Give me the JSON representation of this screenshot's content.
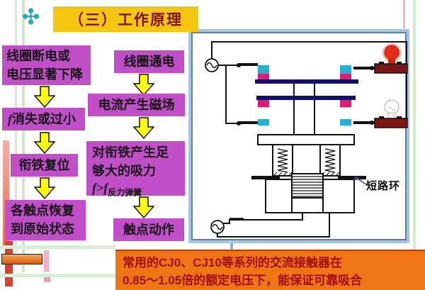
{
  "icon_char": "✣",
  "title": "（三）工作原理",
  "flow_left": {
    "box1_line1": "线圈断电或",
    "box1_line2": "电压显著下降",
    "box2_f": "f",
    "box2_text": "消失或过小",
    "box3": "衔铁复位",
    "box4_line1": "各触点恢复",
    "box4_line2": "到原始状态"
  },
  "flow_mid": {
    "box1": "线圈通电",
    "box2": "电流产生磁场",
    "box3_line1": "对衔铁产生足",
    "box3_line2": "够大的吸力",
    "box3_formula_main": "f>f",
    "box3_formula_sub": "反力弹簧",
    "box4": "触点动作"
  },
  "diagram": {
    "label_short_ring": "短路环"
  },
  "footer": {
    "line1": "常用的CJ0、CJ10等系列的交流接触器在",
    "line2": "0.85～1.05倍的额定电压下，能保证可靠吸合"
  },
  "colors": {
    "title_bg": "#f6c50d",
    "title_text": "#7b1010",
    "flow_box_bg": "#c24ec9",
    "arrow_fill": "#ffff00",
    "footer_bg": "#ee7512",
    "footer_text": "#a50c0c",
    "frame_border": "#5d80b4",
    "contact_cyan": "#25b1d3",
    "contact_magenta": "#e3186e",
    "bridge_navy": "#10106e",
    "lamp_on_red": "#ee2b1a",
    "lamp_base": "#7d1414",
    "icon_teal": "#1fa9b9"
  }
}
